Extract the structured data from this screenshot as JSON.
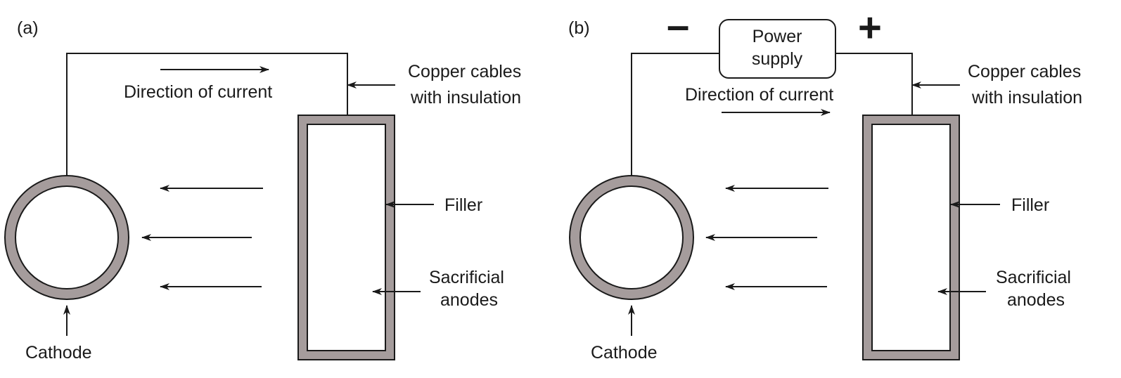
{
  "panels": [
    {
      "id": "a",
      "label": "(a)",
      "direction_label": "Direction of current",
      "cable_label_line1": "Copper cables",
      "cable_label_line2": "with insulation",
      "filler_label": "Filler",
      "anode_label_line1": "Sacrificial",
      "anode_label_line2": "anodes",
      "cathode_label": "Cathode"
    },
    {
      "id": "b",
      "label": "(b)",
      "minus_sign": "–",
      "plus_sign": "+",
      "power_line1": "Power",
      "power_line2": "supply",
      "direction_label": "Direction of current",
      "cable_label_line1": "Copper cables",
      "cable_label_line2": "with insulation",
      "filler_label": "Filler",
      "anode_label_line1": "Sacrificial",
      "anode_label_line2": "anodes",
      "cathode_label": "Cathode"
    }
  ],
  "colors": {
    "line": "#1a1a1a",
    "ring": "#a59c9c",
    "background": "#ffffff"
  }
}
